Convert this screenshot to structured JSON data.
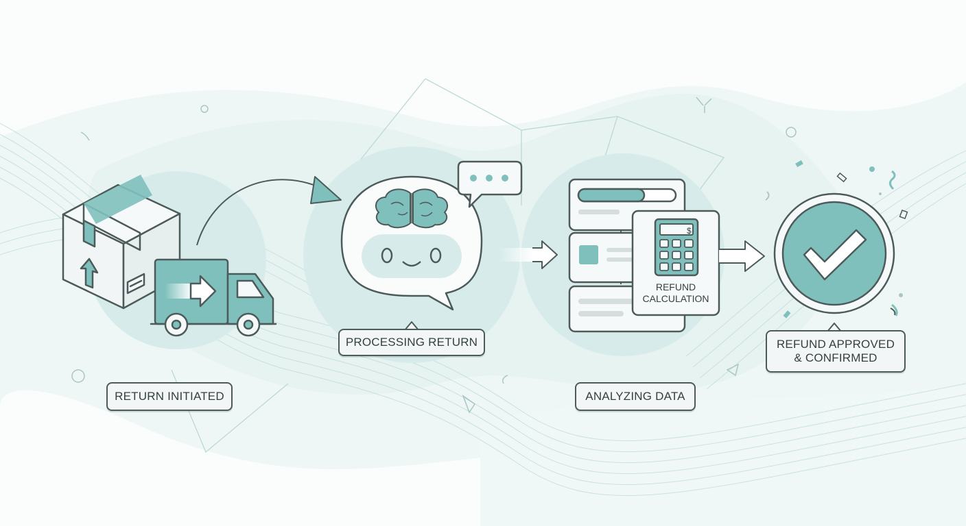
{
  "colors": {
    "teal": "#7fc0bc",
    "teal_light": "#d7ecea",
    "teal_bg": "#e6f3f2",
    "outline": "#4d5a5a",
    "text": "#34403f",
    "background": "#fbfdfd"
  },
  "steps": [
    {
      "id": "return-initiated",
      "icon": "package-truck-icon",
      "label": "RETURN INITIATED"
    },
    {
      "id": "processing-return",
      "icon": "ai-brain-chat-icon",
      "label": "PROCESSING RETURN"
    },
    {
      "id": "analyzing-data",
      "icon": "data-forms-icon",
      "label": "ANALYZING DATA",
      "sub_label_line1": "REFUND",
      "sub_label_line2": "CALCULATION"
    },
    {
      "id": "refund-approved",
      "icon": "checkmark-circle-icon",
      "label_line1": "REFUND APPROVED",
      "label_line2": "& CONFIRMED"
    }
  ],
  "calculator": {
    "icon": "calculator-icon",
    "symbol": "$"
  }
}
